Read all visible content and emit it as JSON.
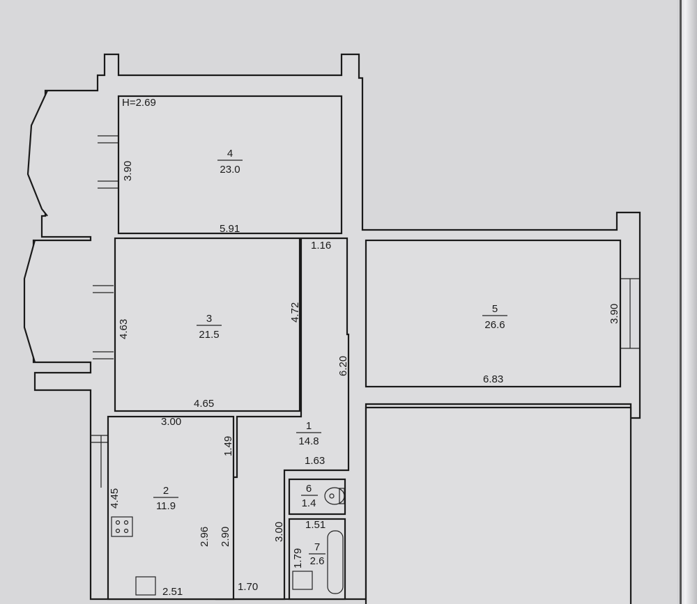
{
  "ceiling_height": "H=2.69",
  "rooms": [
    {
      "number": "1",
      "area": "14.8"
    },
    {
      "number": "2",
      "area": "11.9"
    },
    {
      "number": "3",
      "area": "21.5"
    },
    {
      "number": "4",
      "area": "23.0"
    },
    {
      "number": "5",
      "area": "26.6"
    },
    {
      "number": "6",
      "area": "1.4"
    },
    {
      "number": "7",
      "area": "2.6"
    }
  ],
  "dimensions": {
    "r4_height": "3.90",
    "r4_width": "5.91",
    "corridor_width": "1.16",
    "r3_height_left": "4.63",
    "r3_height_right": "4.72",
    "r3_width": "4.65",
    "corridor_length": "6.20",
    "r5_width": "6.83",
    "r5_height": "3.90",
    "r2_width_top": "3.00",
    "r2_height": "4.45",
    "r2_width_bottom": "2.51",
    "door_1": "1.49",
    "hall_1": "2.96",
    "hall_2": "2.90",
    "hall_width": "1.70",
    "wc_width": "1.63",
    "bath_wall": "3.00",
    "bath_width": "1.51",
    "bath_height": "1.79"
  }
}
